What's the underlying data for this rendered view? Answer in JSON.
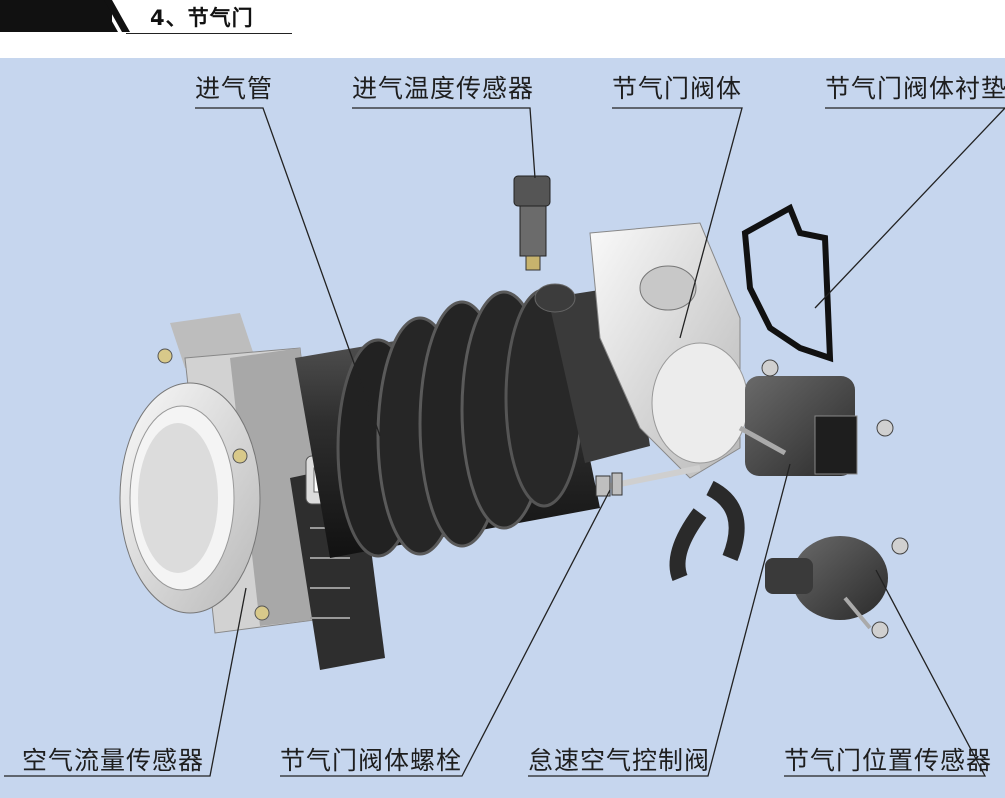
{
  "header": {
    "title": "4、节气门"
  },
  "labels": {
    "intake_pipe": "进气管",
    "intake_temp_sensor": "进气温度传感器",
    "throttle_body": "节气门阀体",
    "throttle_body_gasket": "节气门阀体衬垫",
    "air_flow_sensor": "空气流量传感器",
    "throttle_body_bolt": "节气门阀体螺栓",
    "idle_air_control_valve": "怠速空气控制阀",
    "throttle_position_sensor": "节气门位置传感器"
  },
  "colors": {
    "background": "#c6d6ee",
    "rubber": "#2b2b2b",
    "metal": "#e6e6e6"
  }
}
